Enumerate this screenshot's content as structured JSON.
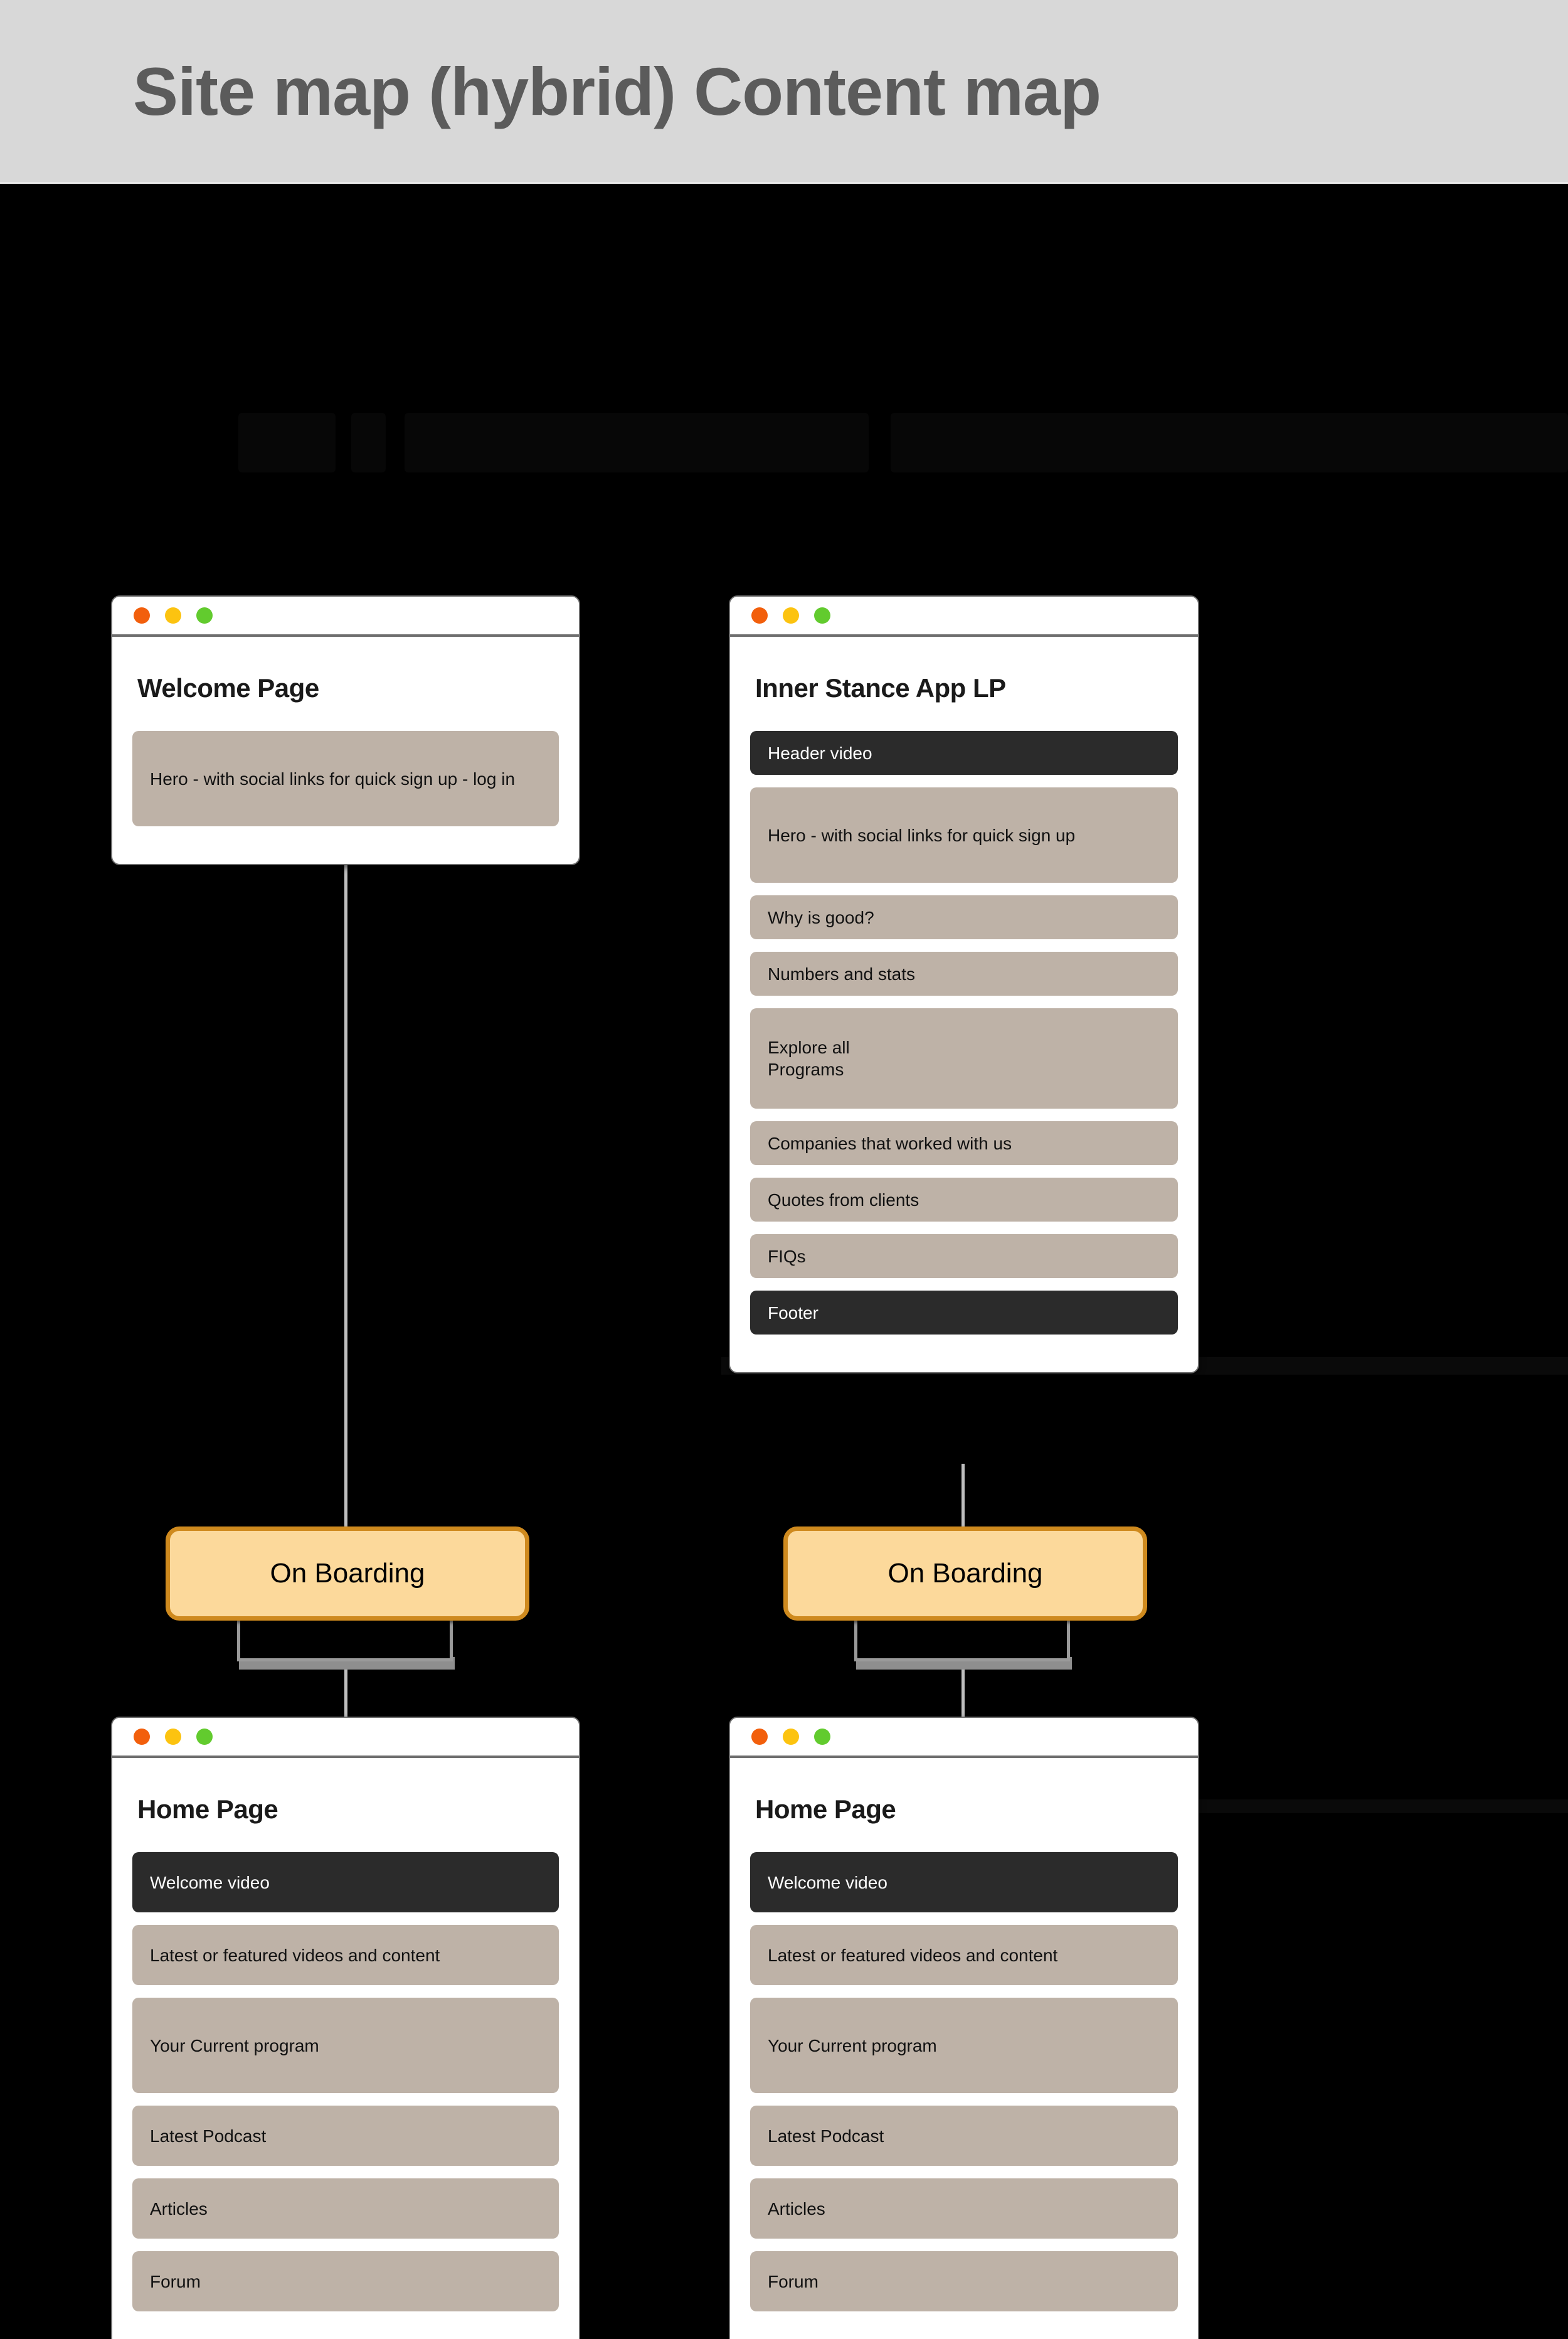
{
  "header": {
    "title": "Site map (hybrid) Content map",
    "bg_color": "#D8D8D8",
    "text_color": "#5B5B5B"
  },
  "colors": {
    "board_background": "#000000",
    "section_beige": "#BEB2A7",
    "section_dark": "#2B2B2B",
    "pill_fill": "#FCD99B",
    "pill_border": "#CF8A1E",
    "connector": "#BFBFBF",
    "window_border": "#6E6E6E",
    "dot_red": "#F25F0C",
    "dot_yellow": "#FCC310",
    "dot_green": "#62CB2E"
  },
  "traffic_lights": [
    {
      "name": "close-dot",
      "color": "#F25F0C"
    },
    {
      "name": "minimize-dot",
      "color": "#FCC310"
    },
    {
      "name": "maximize-dot",
      "color": "#62CB2E"
    }
  ],
  "nodes": {
    "welcome_page": {
      "title": "Welcome Page",
      "sections": [
        {
          "label": "Hero - with social links for quick sign up - log in",
          "style": "beige",
          "size": "lg"
        }
      ]
    },
    "inner_stance_lp": {
      "title": "Inner Stance App LP",
      "sections": [
        {
          "label": "Header video",
          "style": "dark",
          "size": "sm"
        },
        {
          "label": "Hero - with social links for quick sign up",
          "style": "beige",
          "size": "lg"
        },
        {
          "label": "Why is good?",
          "style": "beige",
          "size": "sm"
        },
        {
          "label": "Numbers and stats",
          "style": "beige",
          "size": "sm"
        },
        {
          "label": "Explore all\nPrograms",
          "style": "beige",
          "size": "xl"
        },
        {
          "label": "Companies that worked with us",
          "style": "beige",
          "size": "sm"
        },
        {
          "label": "Quotes from clients",
          "style": "beige",
          "size": "sm"
        },
        {
          "label": "FIQs",
          "style": "beige",
          "size": "sm"
        },
        {
          "label": "Footer",
          "style": "dark",
          "size": "sm"
        }
      ]
    },
    "home_page_left": {
      "title": "Home Page",
      "sections": [
        {
          "label": "Welcome video",
          "style": "dark",
          "size": "md"
        },
        {
          "label": "Latest or featured videos and content",
          "style": "beige",
          "size": "md"
        },
        {
          "label": "Your Current program",
          "style": "beige",
          "size": "lg"
        },
        {
          "label": "Latest Podcast",
          "style": "beige",
          "size": "md"
        },
        {
          "label": "Articles",
          "style": "beige",
          "size": "md"
        },
        {
          "label": "Forum",
          "style": "beige",
          "size": "md"
        }
      ]
    },
    "home_page_right": {
      "title": "Home Page",
      "sections": [
        {
          "label": "Welcome video",
          "style": "dark",
          "size": "md"
        },
        {
          "label": "Latest or featured videos and content",
          "style": "beige",
          "size": "md"
        },
        {
          "label": "Your Current program",
          "style": "beige",
          "size": "lg"
        },
        {
          "label": "Latest Podcast",
          "style": "beige",
          "size": "md"
        },
        {
          "label": "Articles",
          "style": "beige",
          "size": "md"
        },
        {
          "label": "Forum",
          "style": "beige",
          "size": "md"
        }
      ]
    },
    "onboarding_left": {
      "label": "On Boarding"
    },
    "onboarding_right": {
      "label": "On Boarding"
    },
    "placeholder_left": {
      "label": ""
    },
    "placeholder_right": {
      "label": ""
    }
  }
}
